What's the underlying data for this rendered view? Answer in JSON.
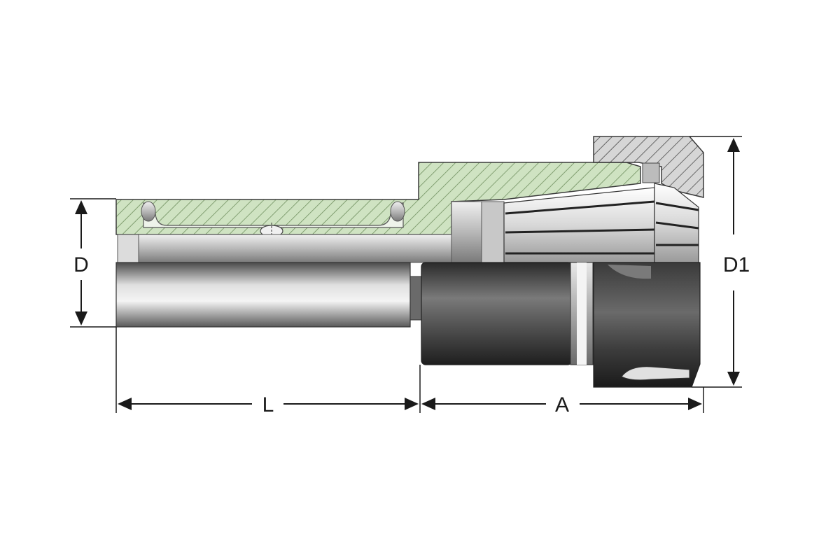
{
  "dimensions": {
    "D": "D",
    "D1": "D1",
    "L": "L",
    "A": "A"
  },
  "colors": {
    "section_fill": "#cfe3c2",
    "section_hatch": "#7a9a6a",
    "nut_section_fill": "#d9d9d9",
    "nut_section_hatch": "#555555",
    "dimension_lines": "#1a1a1a"
  }
}
